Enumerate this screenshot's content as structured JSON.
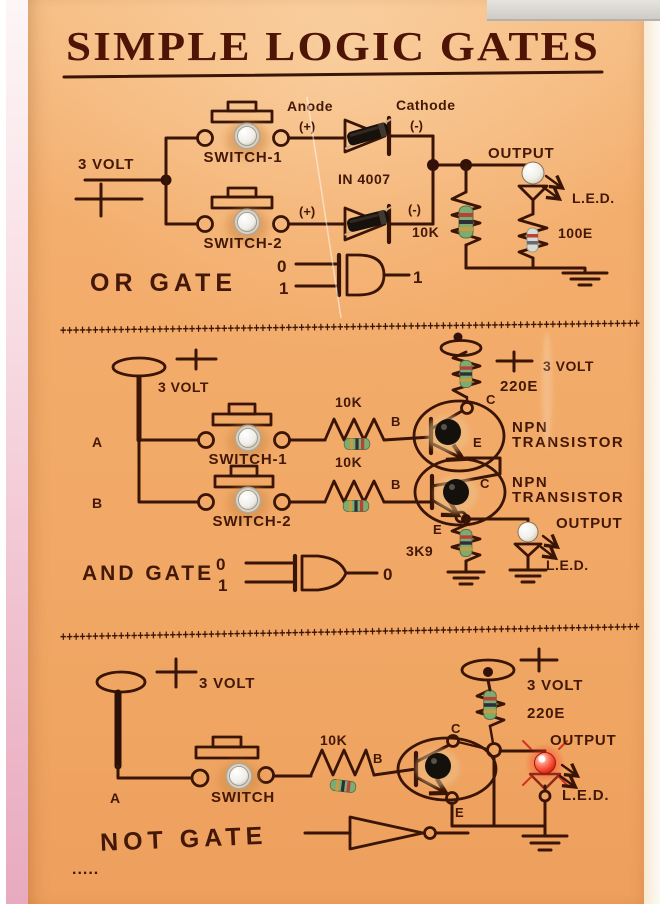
{
  "title": "SIMPLE LOGIC GATES",
  "divider_plus": "++++++++++++++++++++++++++++++++++++++++++++++++++++++++++++++++++++++++++++++++++++++++++",
  "footer_dots": ".....",
  "colors": {
    "board_orange": "#f3ab6a",
    "ink_brown": "#3a1505",
    "pink_edge": "#eebccb",
    "tape_gray": "#d8d6d2",
    "led_red_on": "#e8271c",
    "resistor_green": "#7dab70"
  },
  "or": {
    "name": "OR GATE",
    "supply": "3 VOLT",
    "switch1": "SWITCH-1",
    "switch2": "SWITCH-2",
    "anode": "Anode",
    "cathode": "Cathode",
    "plus_top": "(+)",
    "plus_bottom": "(+)",
    "minus_top": "(-)",
    "minus_bottom": "(-)",
    "diode_part": "IN 4007",
    "resistor_pulldown": "10K",
    "resistor_led": "100E",
    "output": "OUTPUT",
    "led": "L.E.D.",
    "truth_in_top": "0",
    "truth_in_bottom": "1",
    "truth_out": "1"
  },
  "and": {
    "name": "AND GATE",
    "supply_left": "3 VOLT",
    "supply_right": "3 VOLT",
    "input_a": "A",
    "input_b": "B",
    "switch1": "SWITCH-1",
    "switch2": "SWITCH-2",
    "resistor_base1": "10K",
    "resistor_base2": "10K",
    "base1": "B",
    "base2": "B",
    "collector1": "C",
    "emitter1": "E",
    "collector2": "C",
    "emitter2": "E",
    "transistor1_line1": "NPN",
    "transistor1_line2": "TRANSISTOR",
    "transistor2_line1": "NPN",
    "transistor2_line2": "TRANSISTOR",
    "resistor_collector": "220E",
    "resistor_emitter": "3K9",
    "output": "OUTPUT",
    "led": "L.E.D.",
    "truth_in_top": "0",
    "truth_in_bottom": "1",
    "truth_out": "0"
  },
  "not": {
    "name": "NOT GATE",
    "supply_left": "3 VOLT",
    "supply_right": "3 VOLT",
    "input_a": "A",
    "switch": "SWITCH",
    "resistor_base": "10K",
    "base": "B",
    "collector": "C",
    "emitter": "E",
    "resistor_collector": "220E",
    "output": "OUTPUT",
    "led": "L.E.D."
  }
}
